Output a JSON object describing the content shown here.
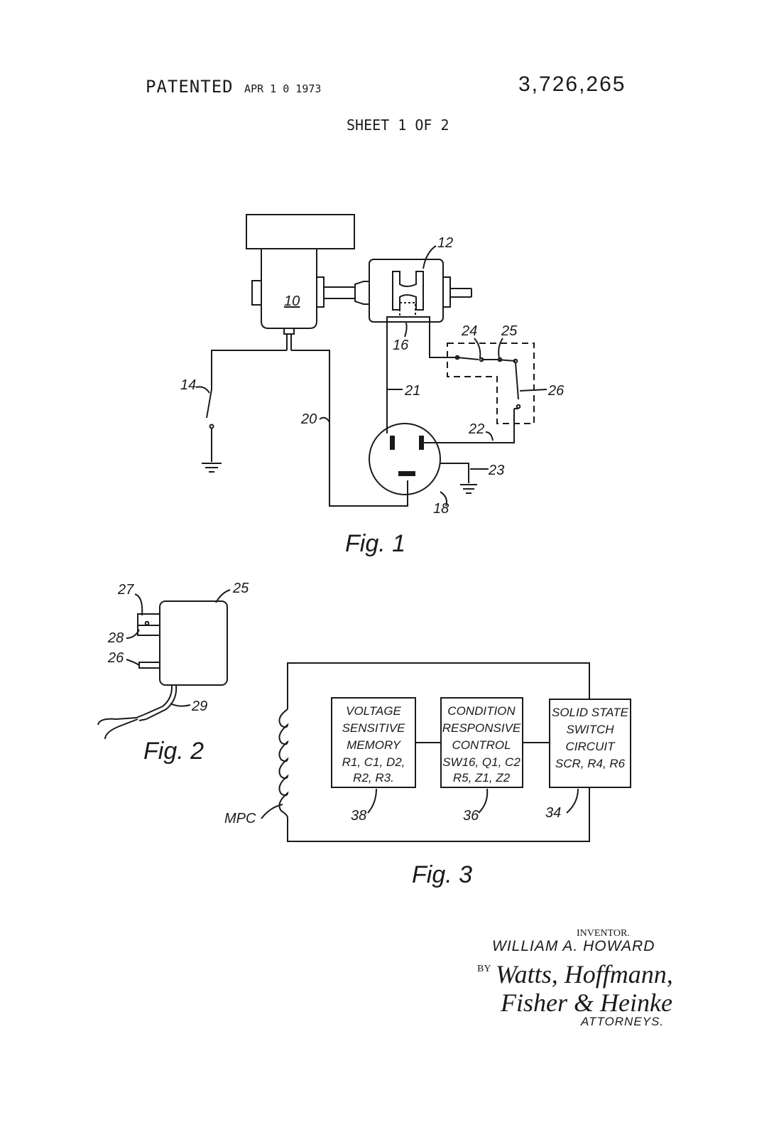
{
  "header": {
    "patented": "PATENTED",
    "date": "APR 1 0 1973",
    "patent_number": "3,726,265",
    "sheet": "SHEET 1 OF 2"
  },
  "fig1": {
    "caption": "Fig. 1",
    "labels": {
      "motor": "10",
      "pump": "12",
      "switch": "14",
      "sensor": "16",
      "outlet": "18",
      "wire20": "20",
      "wire21": "21",
      "wire22": "22",
      "ground": "23",
      "contact24": "24",
      "device25": "25",
      "contact26": "26"
    }
  },
  "fig2": {
    "caption": "Fig. 2",
    "labels": {
      "plug27": "27",
      "contact28": "28",
      "prong26": "26",
      "case25": "25",
      "cord29": "29"
    }
  },
  "fig3": {
    "caption": "Fig. 3",
    "coil_label": "MPC",
    "blocks": [
      {
        "ref": "38",
        "lines": [
          "VOLTAGE",
          "SENSITIVE",
          "MEMORY",
          "R1, C1, D2,",
          "R2, R3."
        ]
      },
      {
        "ref": "36",
        "lines": [
          "CONDITION",
          "RESPONSIVE",
          "CONTROL",
          "SW16, Q1, C2",
          "R5, Z1, Z2"
        ]
      },
      {
        "ref": "34",
        "lines": [
          "SOLID STATE",
          "SWITCH",
          "CIRCUIT",
          "SCR, R4, R6"
        ]
      }
    ]
  },
  "signature": {
    "inventor_label": "INVENTOR.",
    "inventor_name": "WILLIAM A. HOWARD",
    "by": "BY",
    "firm_line1": "Watts, Hoffmann,",
    "firm_line2": "Fisher & Heinke",
    "attorneys": "ATTORNEYS."
  }
}
